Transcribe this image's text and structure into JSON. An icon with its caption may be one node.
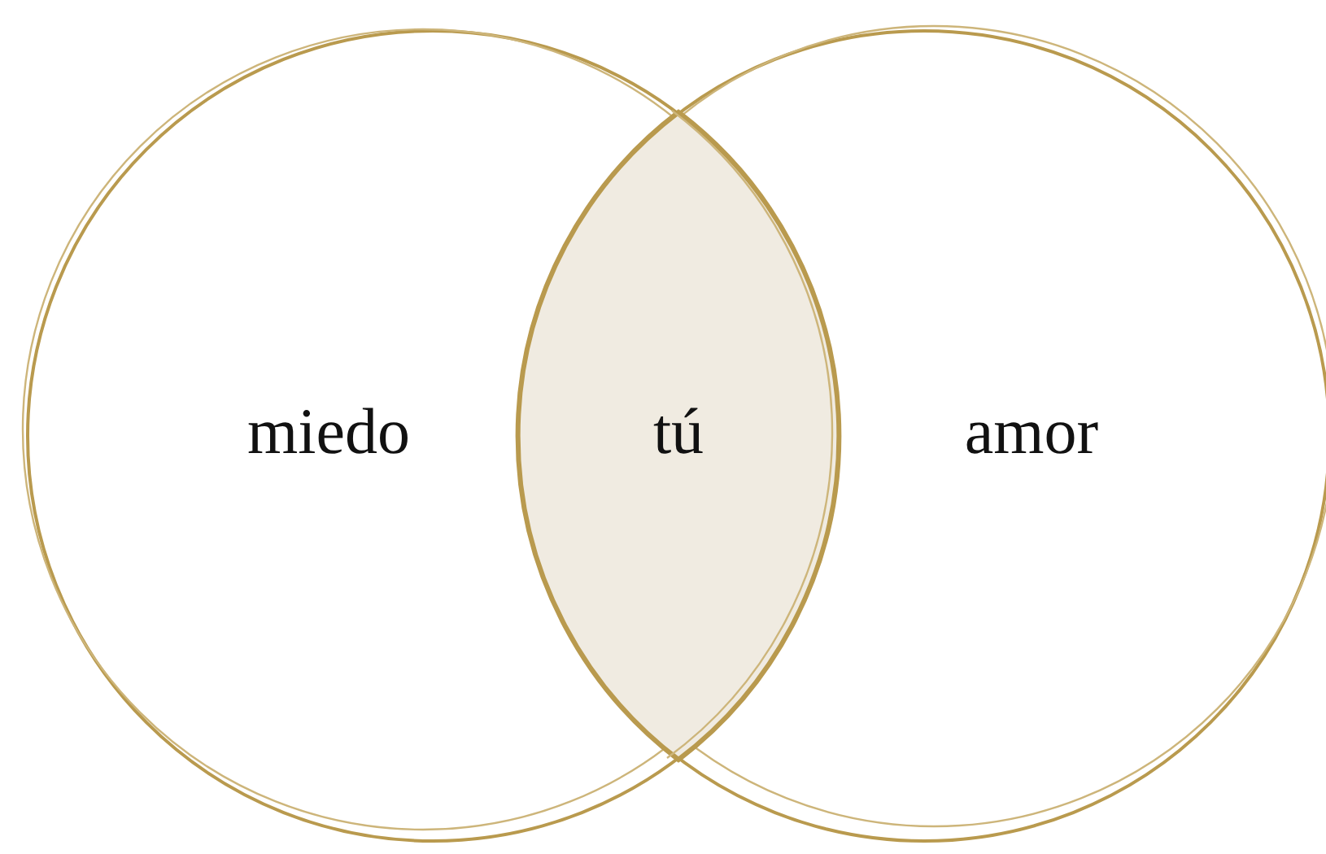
{
  "diagram": {
    "nodes": [
      {
        "text": [
          "miedo"
        ]
      },
      {
        "text": [
          "tú"
        ]
      },
      {
        "text": [
          "amor"
        ]
      }
    ]
  }
}
